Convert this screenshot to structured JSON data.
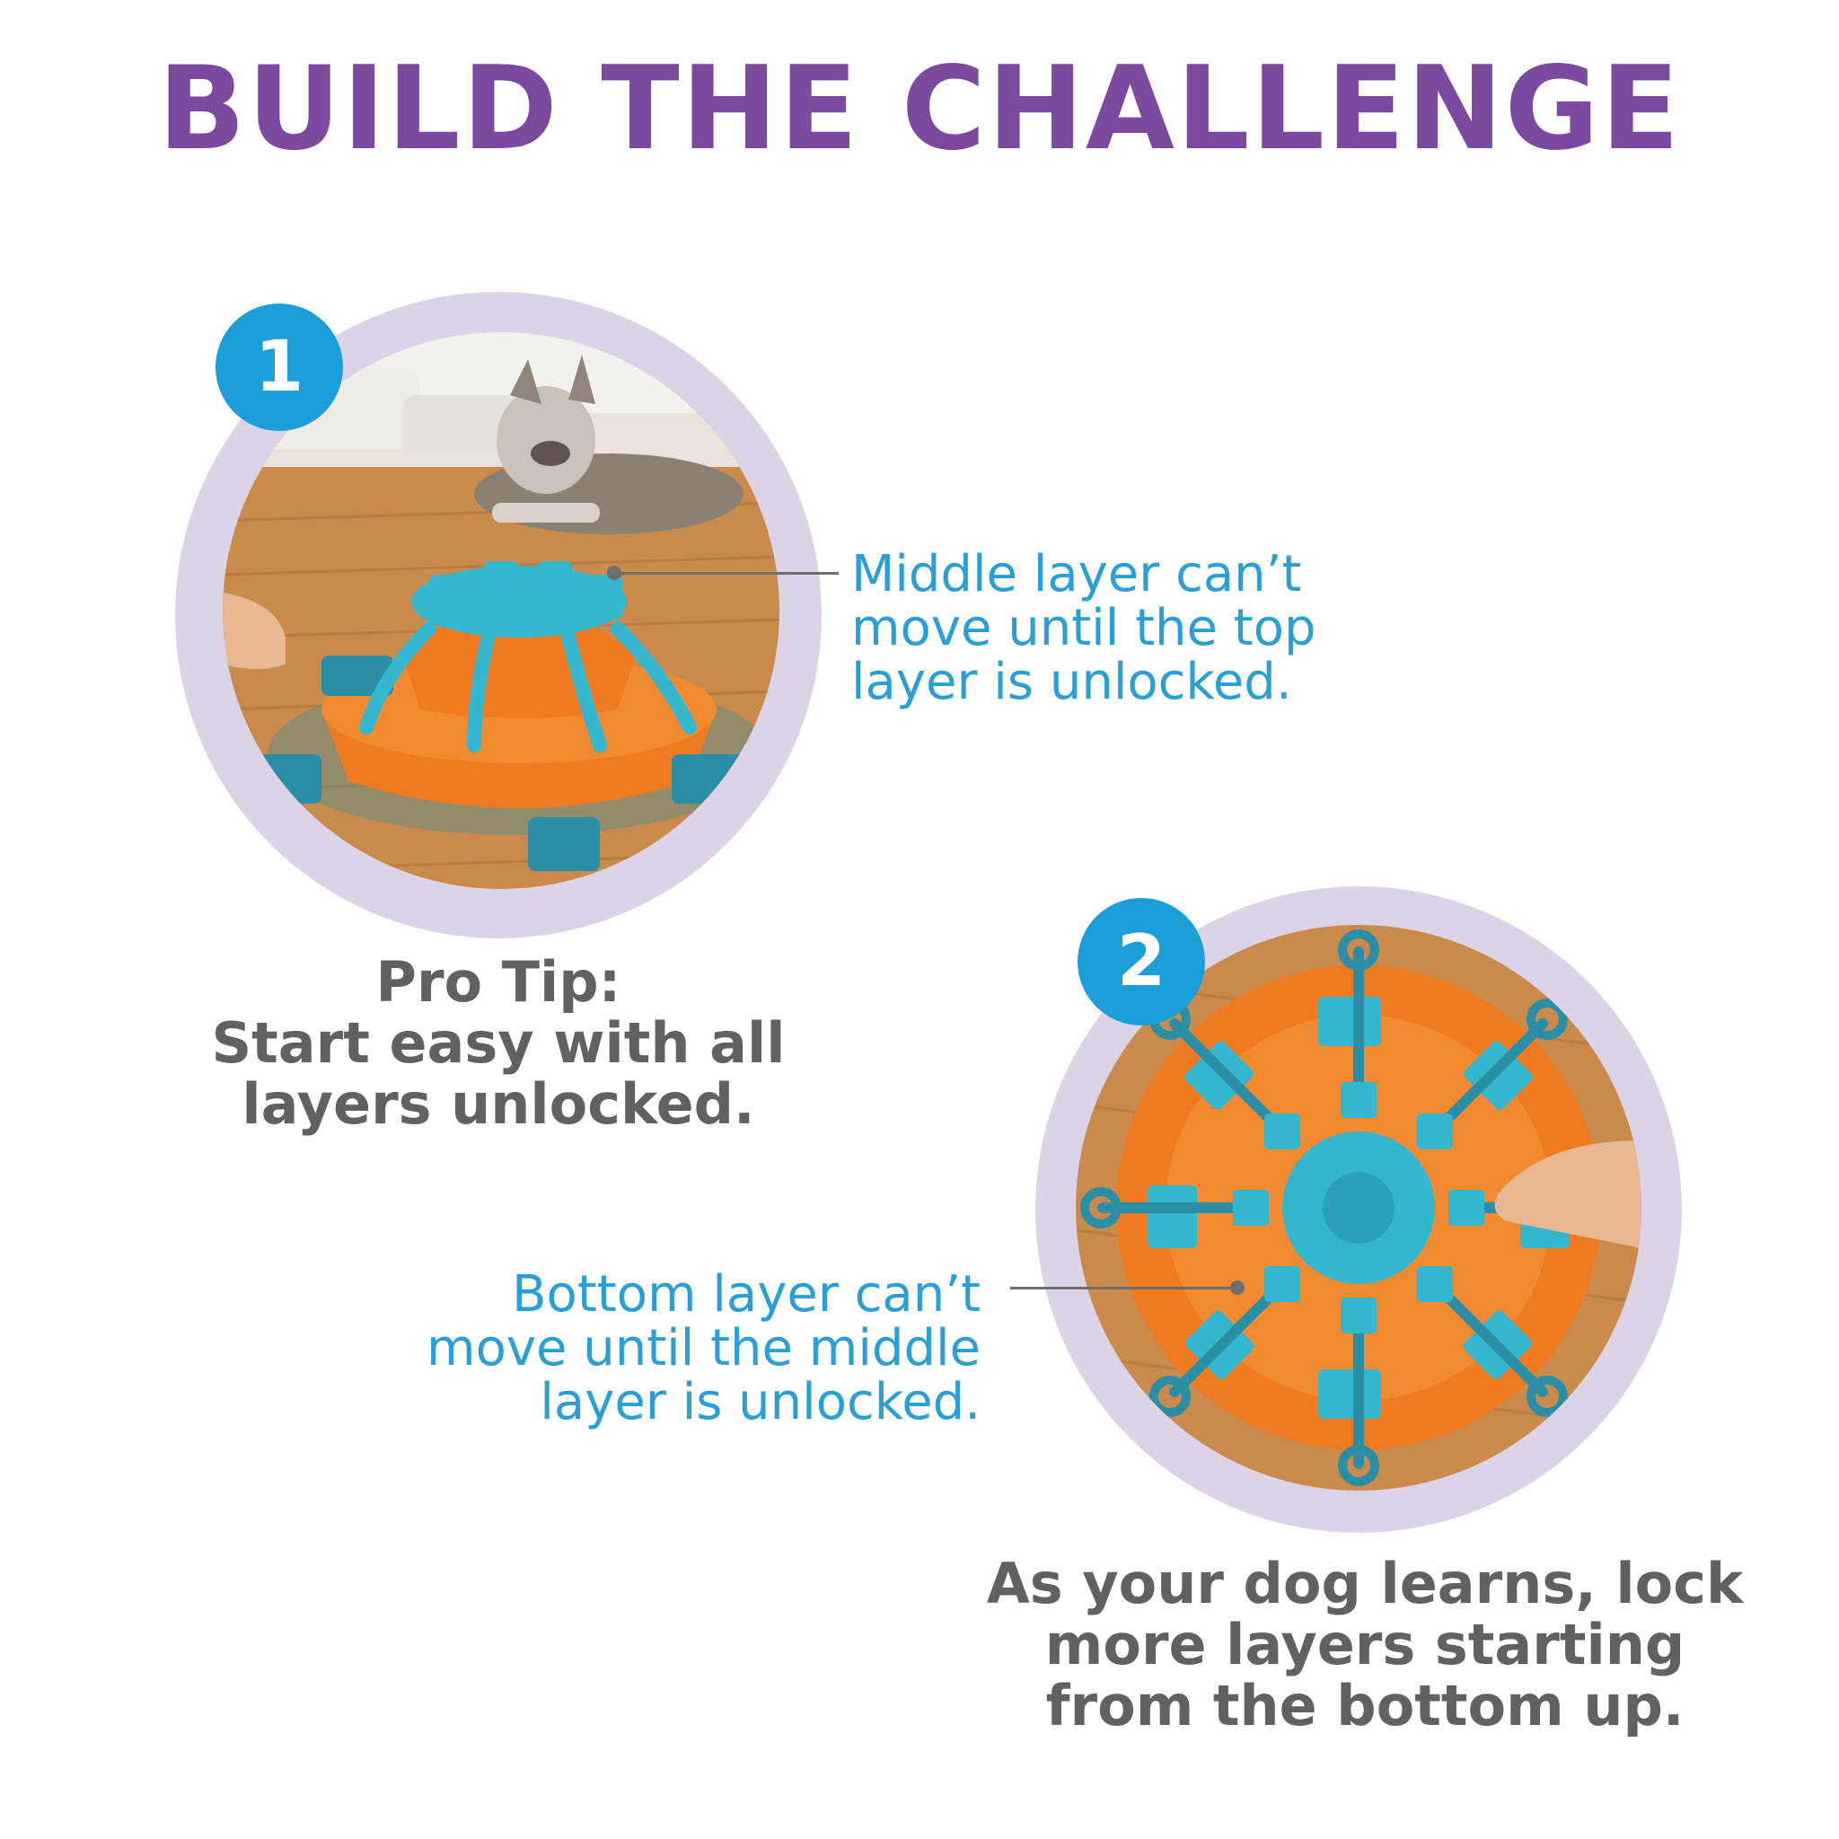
{
  "title": "BUILD THE CHALLENGE",
  "step1": {
    "number": "1",
    "callout_lines": [
      "Middle layer can’t",
      "move until the top",
      "layer is unlocked."
    ],
    "tip_lines": [
      "Pro Tip:",
      "Start easy with all",
      "layers unlocked."
    ]
  },
  "step2": {
    "number": "2",
    "callout_lines": [
      "Bottom layer can’t",
      "move until the middle",
      "layer is unlocked."
    ],
    "tip_lines": [
      "As your dog learns, lock",
      "more layers starting",
      "from the bottom up."
    ]
  },
  "colors": {
    "title": "#7b4aa0",
    "badge": "#1c9fd9",
    "callout_text": "#2a9fd6",
    "tip_text": "#616161",
    "ring": "#ddd3e6",
    "leader": "#6e6e6e",
    "toy_orange": "#ef7a1f",
    "toy_teal": "#35b6cf",
    "floor": "#c8894a"
  }
}
